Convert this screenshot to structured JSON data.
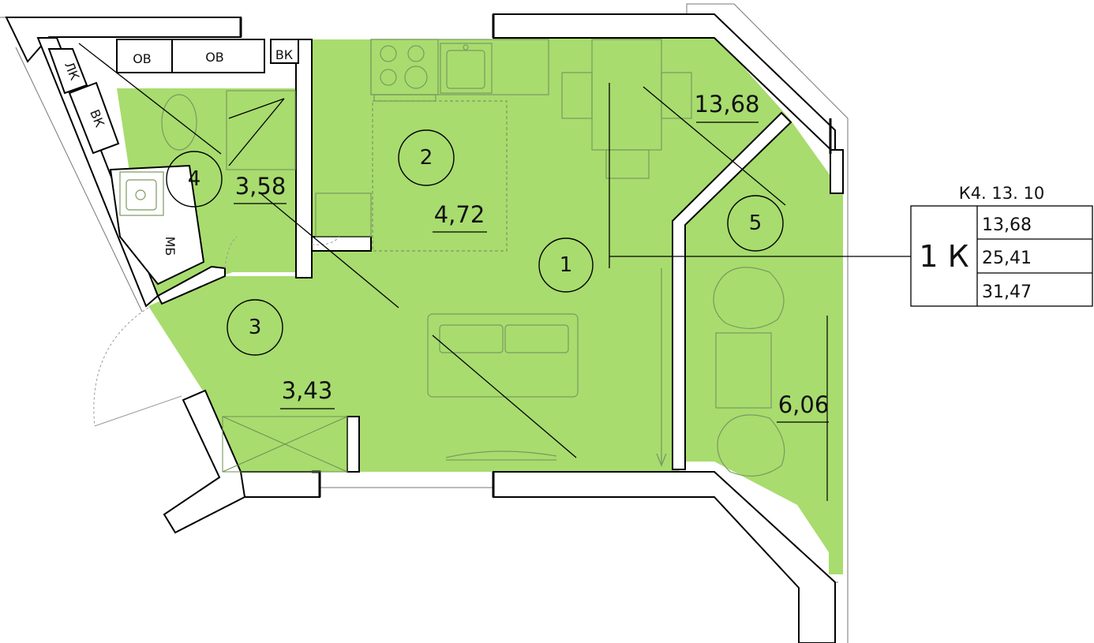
{
  "plan": {
    "floor_color": "#a8dc6e",
    "wall_color": "#000000",
    "rooms": [
      {
        "number": "1",
        "area": "13,68"
      },
      {
        "number": "2",
        "area": "4,72"
      },
      {
        "number": "3",
        "area": "3,43"
      },
      {
        "number": "4",
        "area": "3,58"
      },
      {
        "number": "5",
        "area": "6,06"
      }
    ],
    "shaft_labels": {
      "ov1": "ОВ",
      "ov2": "ОВ",
      "vk_top": "ВК",
      "lk": "ЛК",
      "vk_side": "ВК",
      "mb": "МБ"
    }
  },
  "legend": {
    "code": "К4. 13. 10",
    "type": "1 К",
    "values": [
      "13,68",
      "25,41",
      "31,47"
    ]
  }
}
